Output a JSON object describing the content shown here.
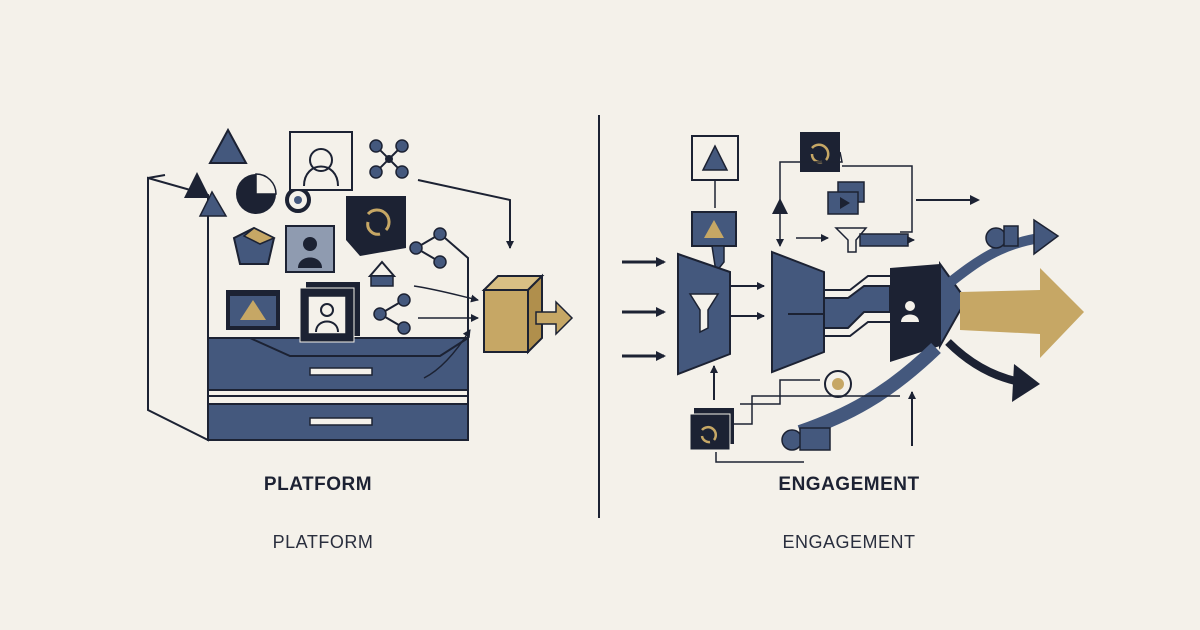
{
  "labels": {
    "left_bold": "PLATFORM",
    "left_light": "PLATFORM",
    "right_bold": "ENGAGEMENT",
    "right_light": "ENGAGEMENT"
  },
  "colors": {
    "navy": "#44587d",
    "dark": "#1c2233",
    "gold": "#c6a765",
    "background": "#f4f1ea"
  },
  "icons": [
    "triangle-icon",
    "person-icon",
    "share-nodes-icon",
    "gear-icon",
    "pie-icon",
    "photo-icon",
    "funnel-icon",
    "play-icon",
    "box-icon",
    "arrow-icon"
  ]
}
